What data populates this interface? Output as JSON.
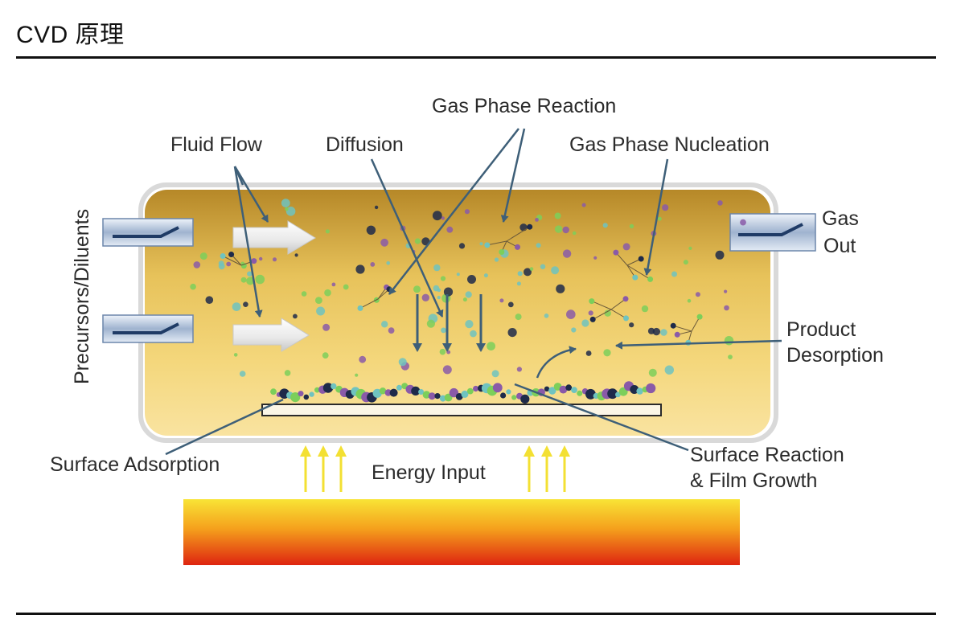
{
  "page": {
    "title": "CVD 原理"
  },
  "labels": {
    "fluid_flow": "Fluid Flow",
    "diffusion": "Diffusion",
    "gas_phase_reaction": "Gas Phase Reaction",
    "gas_phase_nucleation": "Gas Phase Nucleation",
    "precursors": "Precursors/Diluents",
    "gas_out_1": "Gas",
    "gas_out_2": "Out",
    "product_desorption_1": "Product",
    "product_desorption_2": "Desorption",
    "surface_adsorption": "Surface Adsorption",
    "energy_input": "Energy Input",
    "surface_reaction_1": "Surface Reaction",
    "surface_reaction_2": "& Film Growth"
  },
  "colors": {
    "chamber_top": "#b98a2a",
    "chamber_mid": "#f0cf6c",
    "chamber_bottom": "#f8df93",
    "arrow_line": "#3e5f78",
    "energy_arrow": "#f3e033",
    "heater_top": "#f8e030",
    "heater_bottom": "#e02a12",
    "molecule_green": "#7ccf5a",
    "molecule_purple": "#8a5aa8",
    "molecule_navy": "#1e2a4a",
    "molecule_teal": "#6fc3c0"
  }
}
